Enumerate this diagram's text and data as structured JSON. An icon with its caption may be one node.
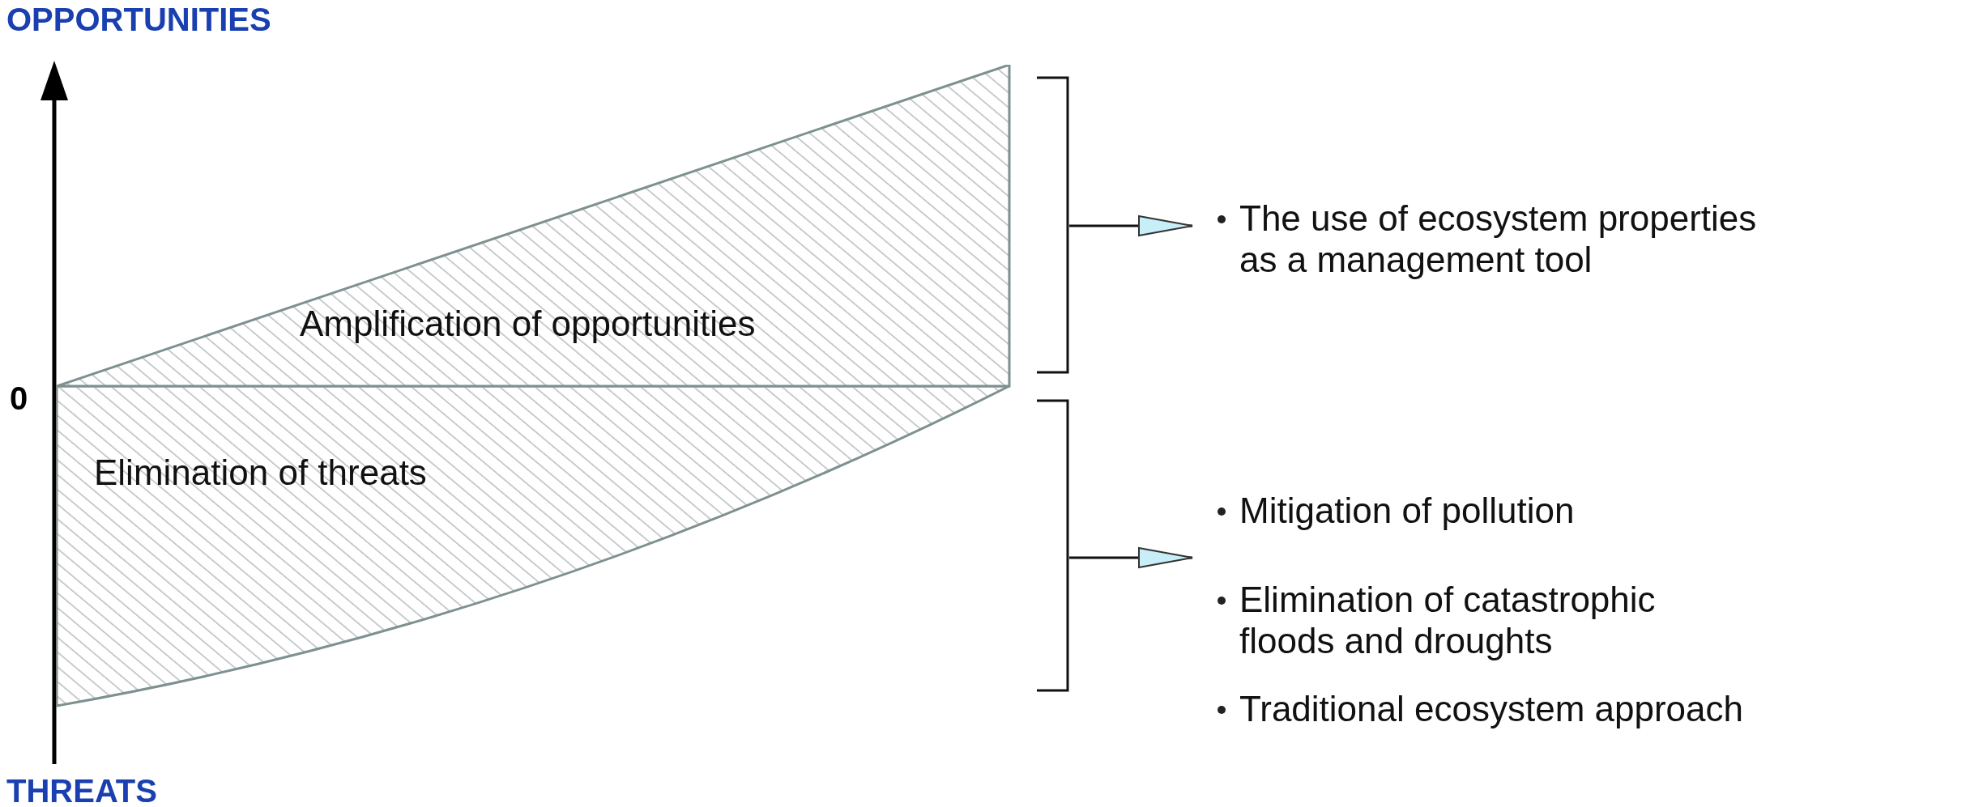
{
  "diagram": {
    "nodes": [
      {
        "text": [
          "Amplification of opportunities"
        ]
      },
      {
        "text": [
          "Elimination of threats"
        ]
      },
      {
        "text": [
          "The use of ecosystem properties as a management tool"
        ]
      },
      {
        "text": [
          "Mitigation of pollution",
          "Elimination of catastrophic floods and droughts",
          "Traditional ecosystem approach"
        ]
      }
    ],
    "edges": [
      {
        "from": 0,
        "to": 2,
        "arrow": "to"
      },
      {
        "from": 1,
        "to": 3,
        "arrow": "to"
      }
    ],
    "labels": [
      "OPPORTUNITIES",
      "0",
      "THREATS"
    ]
  }
}
